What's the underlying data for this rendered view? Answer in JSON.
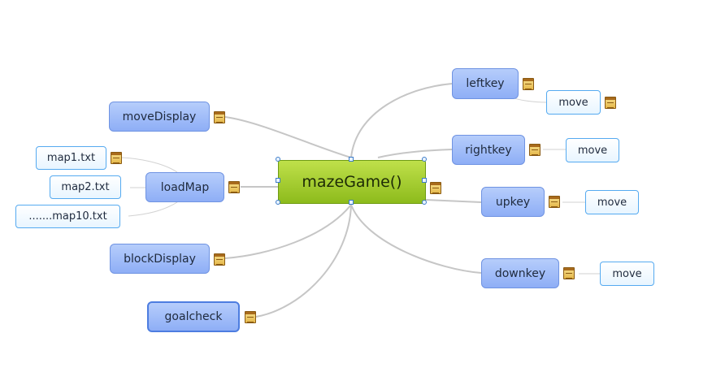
{
  "diagram": {
    "root": {
      "label": "mazeGame()"
    },
    "nodes": {
      "moveDisplay": "moveDisplay",
      "loadMap": "loadMap",
      "blockDisplay": "blockDisplay",
      "goalcheck": "goalcheck",
      "leftkey": "leftkey",
      "rightkey": "rightkey",
      "upkey": "upkey",
      "downkey": "downkey"
    },
    "leaves": {
      "map1": "map1.txt",
      "map2": "map2.txt",
      "map10": ".......map10.txt",
      "leftMove": "move",
      "rightMove": "move",
      "upMove": "move",
      "downMove": "move"
    },
    "colors": {
      "root": "#9fcb2b",
      "branch": "#9fb9f7",
      "leaf_border": "#55aaf0",
      "link": "#c8c8c8",
      "note": "#e5b84b"
    },
    "icons": {
      "note": "note-icon",
      "handle": "selection-handle"
    }
  }
}
